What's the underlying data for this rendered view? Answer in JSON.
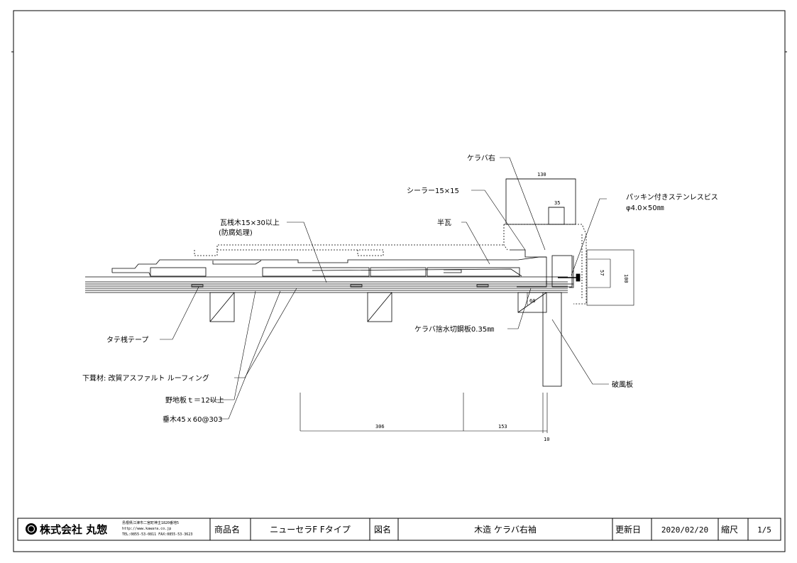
{
  "labels": {
    "kerabakigi": "ケラバ右",
    "sealer": "シーラー15×15",
    "hangawara": "半瓦",
    "sanagi": "瓦桟木15×30以上",
    "boufu": "(防腐処理)",
    "screw1": "パッキン付きステンレスビス",
    "screw2": "φ4.0×50㎜",
    "tatesan": "タテ桟テープ",
    "shitabuki": "下葺材: 改質アスファルト ルーフィング",
    "nojiita": "野地板ｔ＝12以上",
    "taruki": "垂木45ｘ60@303",
    "suisetsu": "ケラバ捨水切鋼板0.35㎜",
    "hafu": "破風板"
  },
  "dims": {
    "d130": "130",
    "d35": "35",
    "d57": "57",
    "d100": "100",
    "d60": "60",
    "d306": "306",
    "d153": "153",
    "d10": "10"
  },
  "title_block": {
    "company": "株式会社 丸惣",
    "address": "島根県江津市二宮町神主1820番地5",
    "url": "http://www.kawara.co.jp",
    "tel": "TEL:0855-53-0811 FAX:0855-53-3623",
    "product_label": "商品名",
    "product": "ニューセラF Fタイプ",
    "drawing_label": "図名",
    "drawing": "木造 ケラバ右袖",
    "updated_label": "更新日",
    "updated": "2020/02/20",
    "scale_label": "縮尺",
    "scale": "1/5"
  },
  "colors": {
    "line": "#000000",
    "paper": "#ffffff"
  }
}
